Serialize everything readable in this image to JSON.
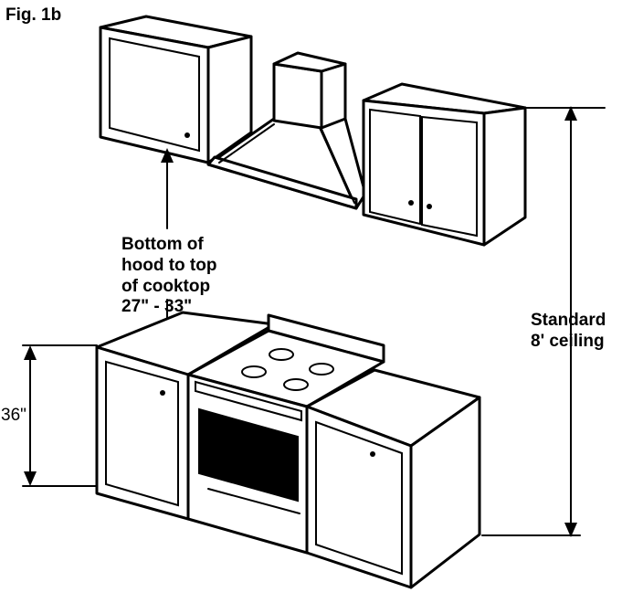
{
  "figure": {
    "label": "Fig. 1b"
  },
  "annotations": {
    "hood_line1": "Bottom of",
    "hood_line2": "hood to top",
    "hood_line3": "of cooktop",
    "hood_line4": "27\" - 33\"",
    "ceiling_line1": "Standard",
    "ceiling_line2": "8' ceiling",
    "counter_height": "36\""
  }
}
